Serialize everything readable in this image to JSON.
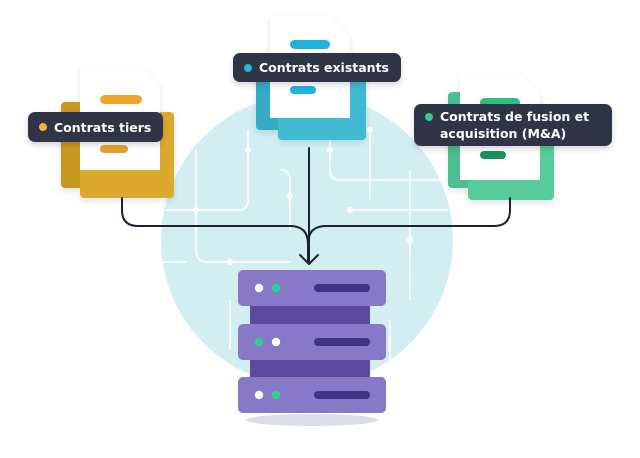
{
  "labels": {
    "third_party": {
      "text": "Contrats tiers",
      "dot_color": "#f3b43a"
    },
    "existing": {
      "text": "Contrats existants",
      "dot_color": "#2bb5e0"
    },
    "mergers": {
      "text": "Contrats de fusion et acquisition (M&A)",
      "dot_color": "#2fcf93"
    }
  },
  "colors": {
    "globe": "#d2eef2",
    "server": "#8878c8",
    "server_dark": "#5a4ba0",
    "doc_yellow": "#dba92f",
    "doc_blue": "#3fbad2",
    "doc_green": "#59cc9d",
    "connector": "#1c2330"
  },
  "icons": {
    "document": "document-stack-icon",
    "server": "server-stack-icon",
    "arrow": "arrow-down-icon"
  }
}
